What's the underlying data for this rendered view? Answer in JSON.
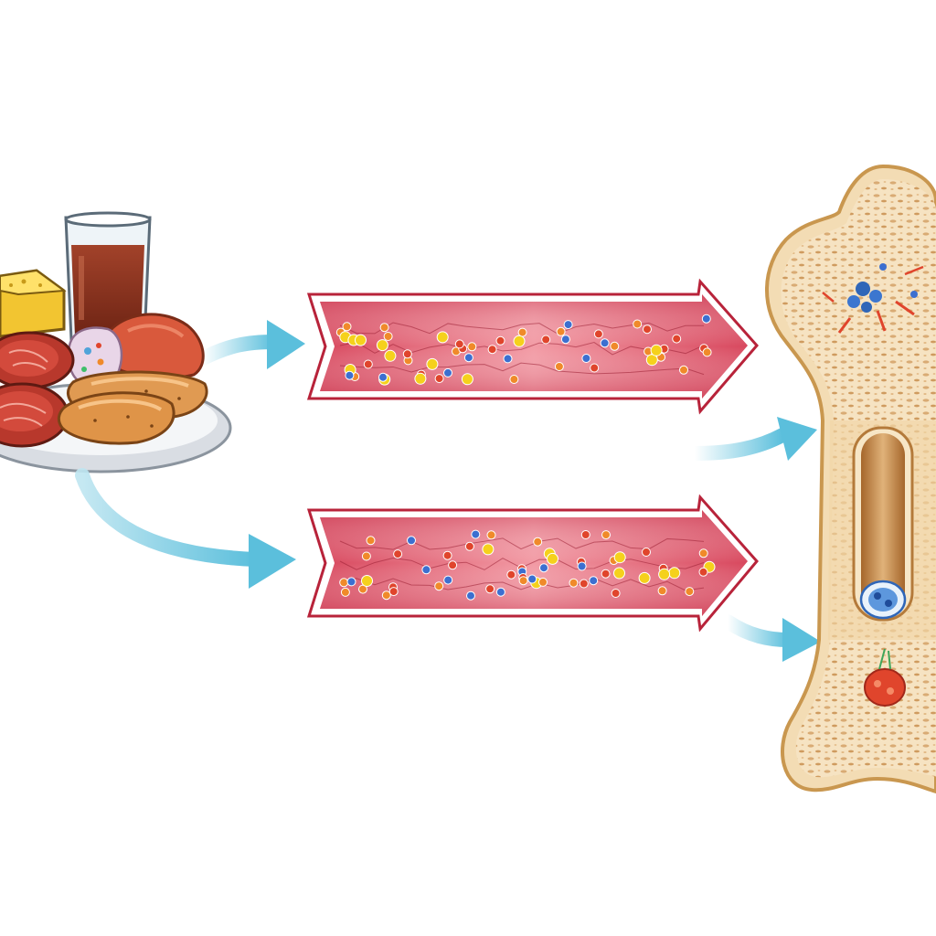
{
  "diagram": {
    "description_visible_text": "",
    "colors": {
      "background": "#ffffff",
      "flow_arrow": "#5bbfdc",
      "vessel_fill": "#e5576a",
      "vessel_edge": "#b8233a",
      "bone_fill": "#f3dcb4",
      "bone_edge": "#c9974f",
      "marrow_cavity": "#c98b45"
    },
    "nodes": [
      {
        "id": "food-plate",
        "icon": "food-plate-icon"
      },
      {
        "id": "blood-vessel-upper",
        "icon": "blood-vessel-icon"
      },
      {
        "id": "blood-vessel-lower",
        "icon": "blood-vessel-icon"
      },
      {
        "id": "bone",
        "icon": "long-bone-cross-section-icon"
      }
    ],
    "edges": [
      {
        "from": "food-plate",
        "to": "blood-vessel-upper"
      },
      {
        "from": "food-plate",
        "to": "blood-vessel-lower"
      },
      {
        "from": "blood-vessel-upper",
        "to": "bone"
      },
      {
        "from": "blood-vessel-lower",
        "to": "bone"
      }
    ],
    "particle_colors": [
      "#f5d11c",
      "#f08a2a",
      "#3c6fd0",
      "#e0452c"
    ]
  }
}
